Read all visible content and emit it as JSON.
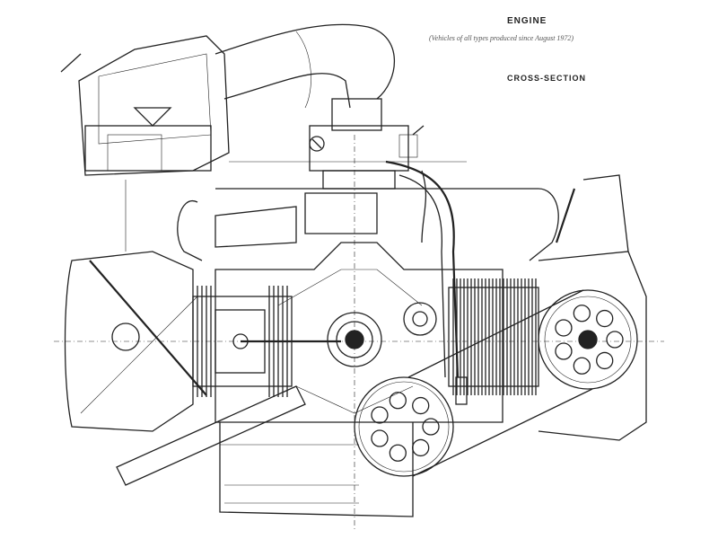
{
  "diagram": {
    "title": "ENGINE",
    "subtitle": "(Vehicles of all types produced since August 1972)",
    "section_label": "CROSS-SECTION"
  }
}
